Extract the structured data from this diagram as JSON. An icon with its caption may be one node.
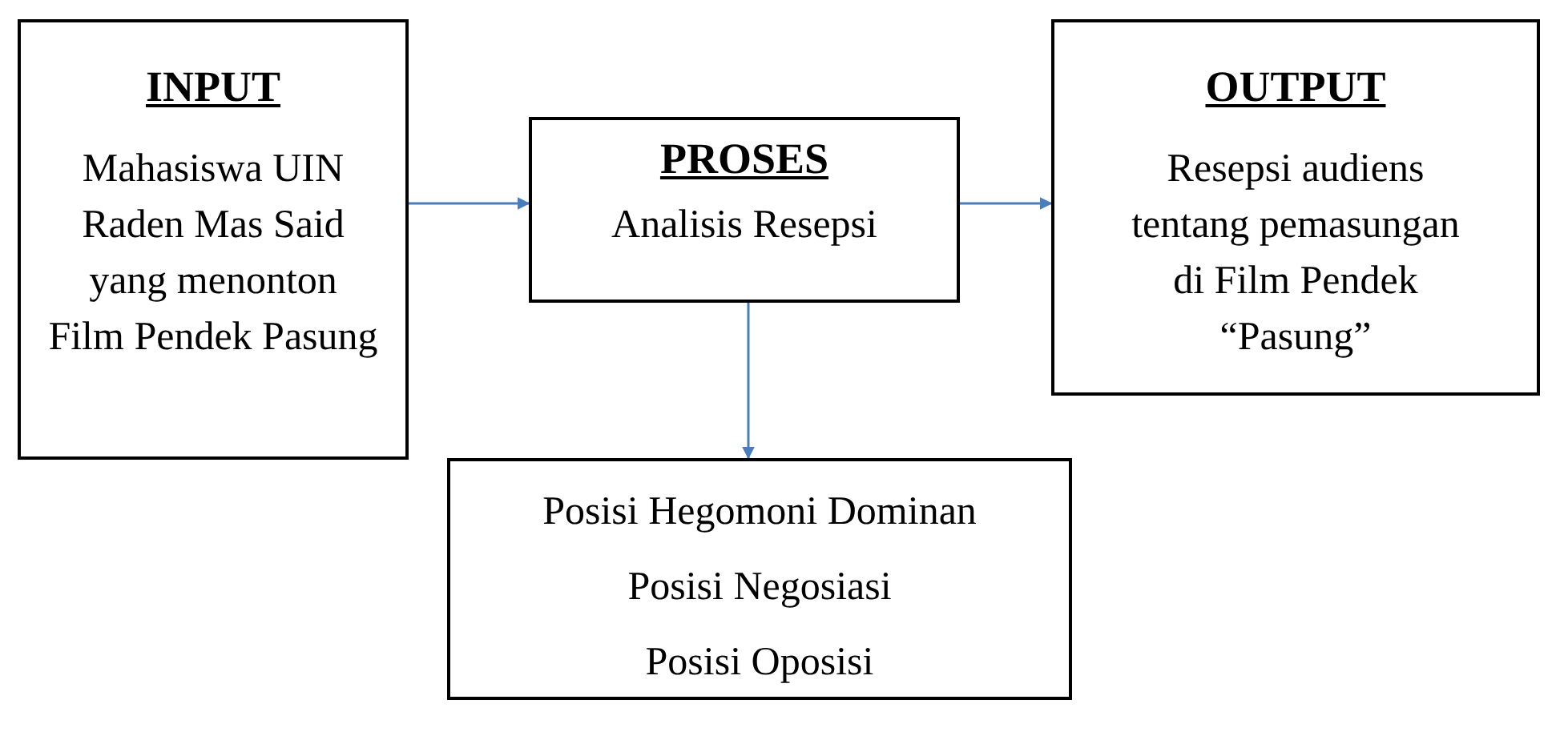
{
  "diagram": {
    "nodes": [
      {
        "text": [
          "INPUT",
          "Mahasiswa UIN Raden Mas Said yang menonton Film Pendek Pasung"
        ]
      },
      {
        "text": [
          "PROSES",
          "Analisis Resepsi"
        ]
      },
      {
        "text": [
          "OUTPUT",
          "Resepsi audiens tentang pemasungan di Film Pendek “Pasung”"
        ]
      },
      {
        "text": [
          "Posisi Hegomoni Dominan",
          "Posisi Negosiasi",
          "Posisi Oposisi"
        ]
      }
    ],
    "edges": [
      {
        "from": 0,
        "to": 1,
        "arrow": "to"
      },
      {
        "from": 1,
        "to": 2,
        "arrow": "to"
      },
      {
        "from": 1,
        "to": 3,
        "arrow": "to"
      }
    ]
  }
}
